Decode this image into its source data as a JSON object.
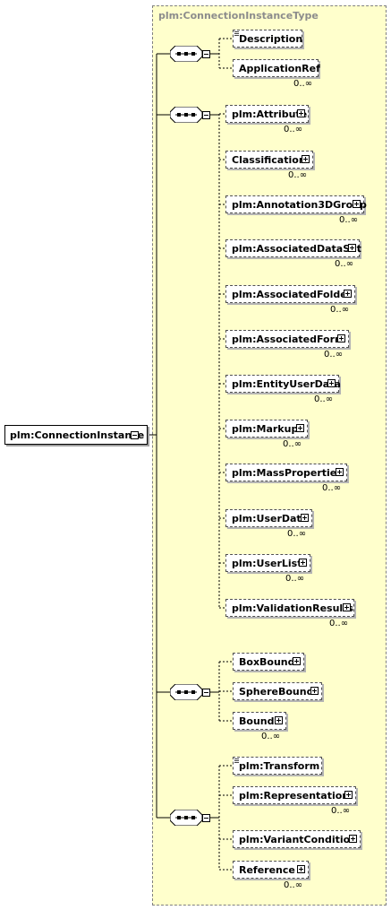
{
  "type_name": "plm:ConnectionInstanceType",
  "root_element": "plm:ConnectionInstance",
  "occurrence_unbounded": "0..∞",
  "icons": {
    "sequence": "sequence-compositor-icon",
    "expand": "expand-plus-icon",
    "collapse": "collapse-minus-icon"
  },
  "colors": {
    "type_background": "#ffffcc",
    "type_border": "#808080",
    "line": "#000000"
  },
  "groups": [
    {
      "elements": [
        {
          "name": "Description",
          "optional": true,
          "unbounded": false,
          "has_children": false,
          "documented": true
        },
        {
          "name": "ApplicationRef",
          "optional": true,
          "unbounded": true,
          "has_children": false,
          "documented": false
        }
      ]
    },
    {
      "elements": [
        {
          "name": "plm:Attribute",
          "optional": true,
          "unbounded": true,
          "has_children": true
        },
        {
          "name": "Classification",
          "optional": true,
          "unbounded": true,
          "has_children": true
        },
        {
          "name": "plm:Annotation3DGroup",
          "optional": true,
          "unbounded": true,
          "has_children": true
        },
        {
          "name": "plm:AssociatedDataSet",
          "optional": true,
          "unbounded": true,
          "has_children": true
        },
        {
          "name": "plm:AssociatedFolder",
          "optional": true,
          "unbounded": true,
          "has_children": true
        },
        {
          "name": "plm:AssociatedForm",
          "optional": true,
          "unbounded": true,
          "has_children": true
        },
        {
          "name": "plm:EntityUserData",
          "optional": true,
          "unbounded": true,
          "has_children": true
        },
        {
          "name": "plm:Markup",
          "optional": true,
          "unbounded": true,
          "has_children": true
        },
        {
          "name": "plm:MassProperties",
          "optional": true,
          "unbounded": true,
          "has_children": true
        },
        {
          "name": "plm:UserData",
          "optional": true,
          "unbounded": true,
          "has_children": true
        },
        {
          "name": "plm:UserList",
          "optional": true,
          "unbounded": true,
          "has_children": true
        },
        {
          "name": "plm:ValidationResults",
          "optional": true,
          "unbounded": true,
          "has_children": true
        }
      ]
    },
    {
      "elements": [
        {
          "name": "BoxBound",
          "optional": true,
          "unbounded": false,
          "has_children": true
        },
        {
          "name": "SphereBound",
          "optional": true,
          "unbounded": false,
          "has_children": true
        },
        {
          "name": "Bound",
          "optional": true,
          "unbounded": true,
          "has_children": true
        }
      ]
    },
    {
      "elements": [
        {
          "name": "plm:Transform",
          "optional": true,
          "unbounded": false,
          "has_children": false,
          "documented": true
        },
        {
          "name": "plm:Representation",
          "optional": true,
          "unbounded": true,
          "has_children": true
        },
        {
          "name": "plm:VariantCondition",
          "optional": true,
          "unbounded": false,
          "has_children": true
        },
        {
          "name": "Reference",
          "optional": true,
          "unbounded": true,
          "has_children": true
        }
      ]
    }
  ]
}
